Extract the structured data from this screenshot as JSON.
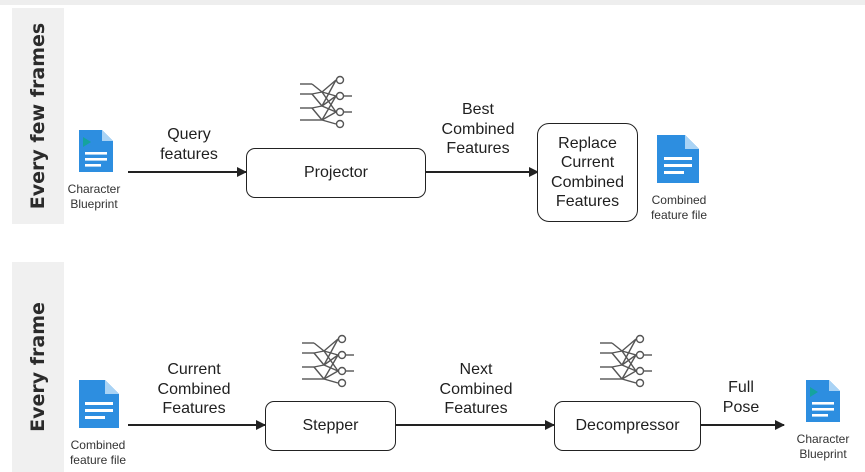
{
  "sections": [
    {
      "label": "Every few frames"
    },
    {
      "label": "Every frame"
    }
  ],
  "nodes": {
    "projector": "Projector",
    "replace": "Replace\nCurrent\nCombined\nFeatures",
    "stepper": "Stepper",
    "decompressor": "Decompressor"
  },
  "edge_labels": {
    "query": "Query\nfeatures",
    "best": "Best\nCombined\nFeatures",
    "current": "Current\nCombined\nFeatures",
    "next": "Next\nCombined\nFeatures",
    "pose": "Full\nPose"
  },
  "files": {
    "blueprint_top": "Character\nBlueprint",
    "combined_top": "Combined\nfeature file",
    "combined_bottom": "Combined\nfeature file",
    "blueprint_bottom": "Character\nBlueprint"
  },
  "colors": {
    "doc_blue": "#2d8ee0",
    "doc_fold": "#a9d3f5",
    "play_teal": "#15a39e",
    "band_gray": "#f0f0f0"
  },
  "icons": [
    "document-icon",
    "play-document-icon",
    "neural-network-icon"
  ]
}
